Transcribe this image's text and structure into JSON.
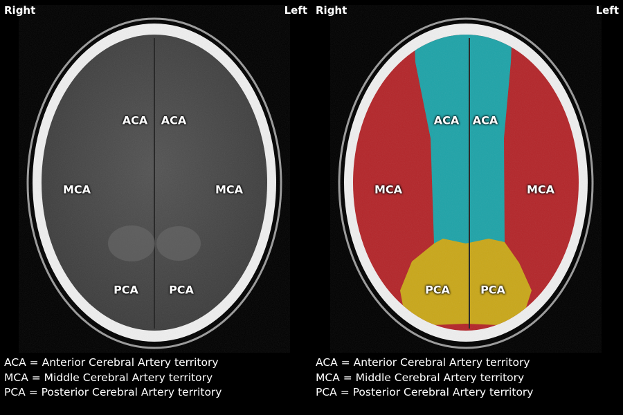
{
  "orientation": {
    "right": "Right",
    "left": "Left"
  },
  "territories": {
    "aca": "ACA",
    "mca": "MCA",
    "pca": "PCA"
  },
  "legend": [
    "ACA = Anterior Cerebral Artery territory",
    "MCA = Middle Cerebral Artery territory",
    "PCA = Posterior Cerebral Artery territory"
  ],
  "colors": {
    "aca": "#1fa3a8",
    "mca": "#b3262a",
    "pca": "#c9a71a",
    "bone": "#f2f2f2",
    "brain": "#4a4a4a"
  }
}
